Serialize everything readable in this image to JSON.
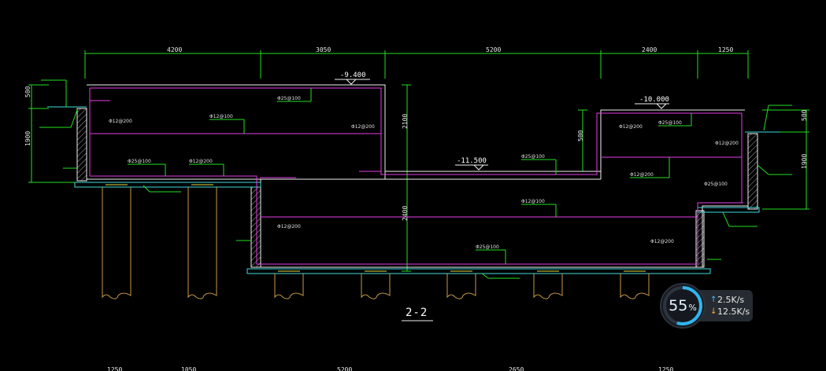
{
  "drawing": {
    "title": "2-2",
    "dimensions_top": [
      "4200",
      "3050",
      "5200",
      "2400",
      "1250"
    ],
    "elevations": [
      "-9.400",
      "-10.000",
      "-11.500"
    ],
    "dim_left": [
      "500",
      "1900"
    ],
    "dim_right": [
      "500",
      "1900"
    ],
    "dim_middle": [
      "2100",
      "500",
      "2400"
    ],
    "rebar_labels": [
      "Φ25@100",
      "Φ12@200",
      "Φ12@100",
      "Φ25@100",
      "Φ12@200",
      "Φ25@100",
      "Φ12@200"
    ],
    "bottom_cut_numbers": [
      "1250",
      "1050",
      "5200",
      "2650",
      "1250"
    ]
  },
  "widget": {
    "percent": "55",
    "percent_unit": "%",
    "percent_value": 55,
    "upload": "2.5K/s",
    "download": "12.5K/s",
    "accent_color": "#2fb6f0"
  }
}
